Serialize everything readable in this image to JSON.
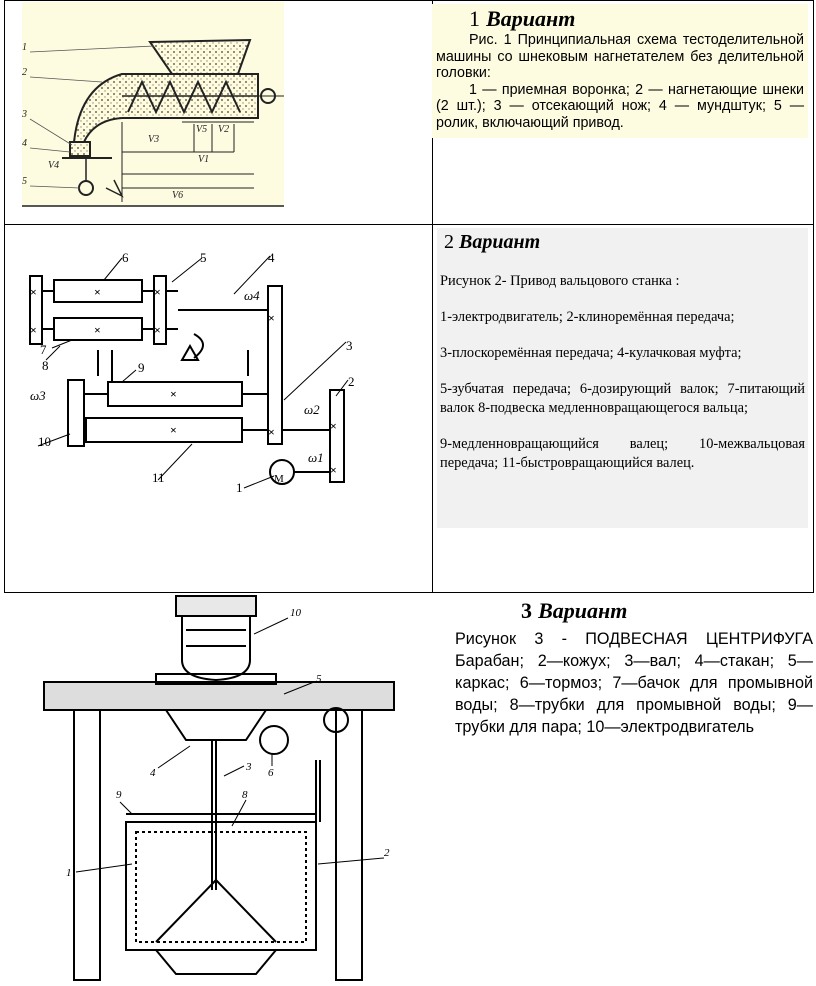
{
  "variant1": {
    "num": "1",
    "word": "Вариант",
    "caption_line": "Рис. 1 Принципиальная схема тестоделительной машины со шнековым нагнетателем без делительной головки:",
    "legend": "1 — приемная воронка; 2 — нагнетающие шнеки (2 шт.); 3 — отсекающий нож; 4 — мундштук; 5 — ролик, включающий привод."
  },
  "variant2": {
    "num": "2",
    "word": "Вариант",
    "caption": "Рисунок 2- Привод вальцового станка :",
    "items": [
      "1-электродвигатель; 2-клиноремённая передача;",
      "3-плоскоремённая передача; 4-кулачковая муфта;",
      "5-зубчатая передача; 6-дозирующий валок; 7-питающий валок 8-подвеска медленновращающегося вальца;",
      "9-медленновращающийся валец; 10-межвальцовая передача; 11-быстровращающийся валец."
    ]
  },
  "variant3": {
    "num": "3",
    "word": "Вариант",
    "caption": "Рисунок 3 - ПОДВЕСНАЯ ЦЕНТРИФУГА Барабан; 2—кожух; 3—вал; 4—стакан; 5—каркас; 6—тормоз; 7—бачок для промывной воды; 8—трубки для промывной воды; 9—трубки для пара; 10—электродвигатель"
  },
  "fig1_labels": [
    "1",
    "2",
    "3",
    "4",
    "5",
    "V4",
    "V3",
    "V2",
    "V1",
    "V5",
    "V6"
  ],
  "fig2_labels": [
    "1",
    "2",
    "3",
    "4",
    "5",
    "6",
    "7",
    "8",
    "9",
    "10",
    "11",
    "M",
    "ω1",
    "ω2",
    "ω3",
    "ω4"
  ],
  "fig3_labels": [
    "1",
    "2",
    "3",
    "4",
    "5",
    "6",
    "8",
    "9",
    "10"
  ]
}
